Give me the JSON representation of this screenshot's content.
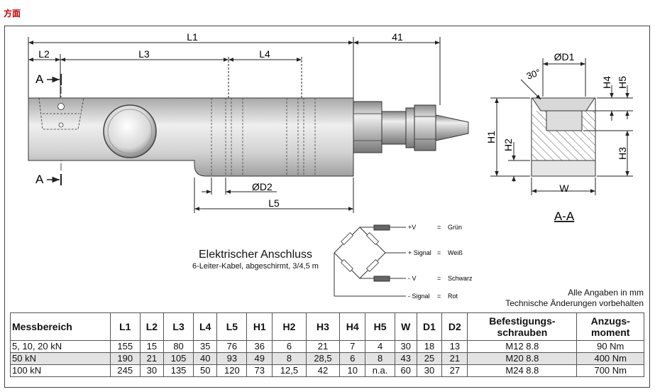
{
  "header": {
    "title": "方面"
  },
  "drawing": {
    "dims": {
      "L1": "L1",
      "L2": "L2",
      "L3": "L3",
      "L4": "L4",
      "L5": "L5",
      "d41": "41",
      "D1": "ØD1",
      "D2": "ØD2",
      "angle": "30°",
      "H1": "H1",
      "H2": "H2",
      "H3": "H3",
      "H4": "H4",
      "H5": "H5",
      "W": "W"
    },
    "section_markers": {
      "top": "A",
      "bottom": "A",
      "view": "A-A"
    },
    "wiring": [
      {
        "terminal": "+V",
        "equals": "=",
        "color": "Grün"
      },
      {
        "terminal": "+ Signal",
        "equals": "=",
        "color": "Weiß"
      },
      {
        "terminal": "- V",
        "equals": "=",
        "color": "Schwarz"
      },
      {
        "terminal": "- Signal",
        "equals": "=",
        "color": "Rot"
      }
    ],
    "connection_title": "Elektrischer Anschluss",
    "connection_sub": "6-Leiter-Kabel, abgeschirmt, 3/4,5 m"
  },
  "notes": {
    "line1": "Alle Angaben in mm",
    "line2": "Technische Änderungen vorbehalten"
  },
  "table": {
    "headers": [
      "Messbereich",
      "L1",
      "L2",
      "L3",
      "L4",
      "L5",
      "H1",
      "H2",
      "H3",
      "H4",
      "H5",
      "W",
      "D1",
      "D2",
      "Befestigungs-\nschrauben",
      "Anzugs-\nmoment"
    ],
    "rows": [
      [
        "5, 10, 20 kN",
        "155",
        "15",
        "80",
        "35",
        "76",
        "36",
        "6",
        "21",
        "7",
        "4",
        "30",
        "18",
        "13",
        "M12 8.8",
        "90 Nm"
      ],
      [
        "50 kN",
        "190",
        "21",
        "105",
        "40",
        "93",
        "49",
        "8",
        "28,5",
        "6",
        "8",
        "43",
        "25",
        "21",
        "M20 8.8",
        "400 Nm"
      ],
      [
        "100 kN",
        "245",
        "30",
        "135",
        "50",
        "120",
        "73",
        "12,5",
        "42",
        "10",
        "n.a.",
        "60",
        "30",
        "27",
        "M24 8.8",
        "700 Nm"
      ]
    ]
  }
}
